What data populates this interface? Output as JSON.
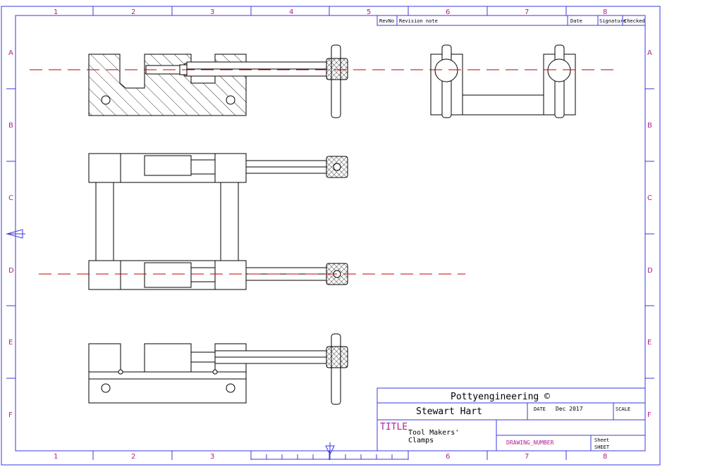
{
  "border": {
    "columns": [
      "1",
      "2",
      "3",
      "4",
      "5",
      "6",
      "7",
      "8"
    ],
    "rows": [
      "A",
      "B",
      "C",
      "D",
      "E",
      "F"
    ]
  },
  "revision_block": {
    "rev_no": "RevNo",
    "revision_note": "Revision note",
    "date": "Date",
    "signature": "Signature",
    "checked": "Checked"
  },
  "title_block": {
    "company": "Pottyengineering ©",
    "author": "Stewart Hart",
    "date_label": "DATE",
    "date_value": "Dec 2017",
    "scale_label": "SCALE",
    "title_label": "TITLE",
    "title_line1": "Tool Makers'",
    "title_line2": "Clamps",
    "drawing_number": "DRAWING_NUMBER",
    "sheet_label": "Sheet",
    "sheet_value": "SHEET"
  },
  "colors": {
    "frame": "#3a3ae0",
    "zone_labels": "#b02090",
    "centerline": "#c00000",
    "geometry": "#000000"
  }
}
